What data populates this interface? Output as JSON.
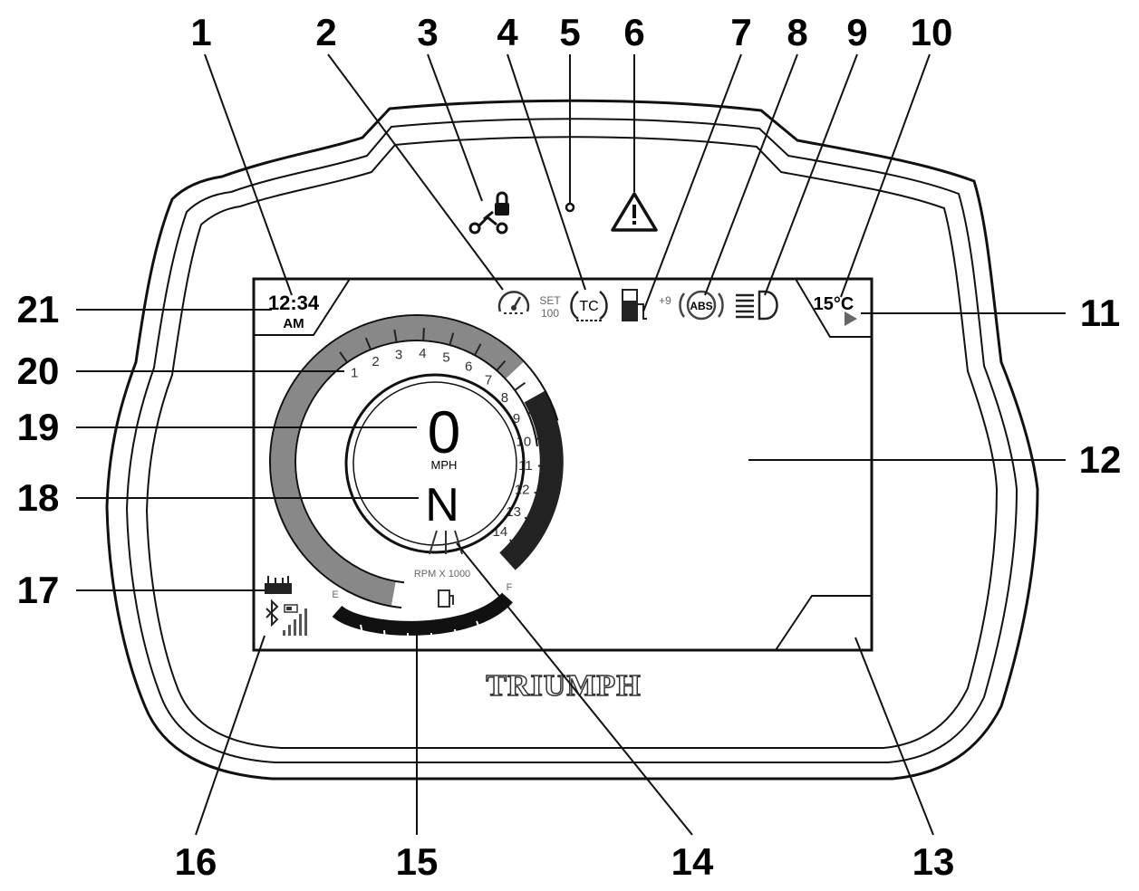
{
  "callouts": [
    {
      "id": "1",
      "label": "1"
    },
    {
      "id": "2",
      "label": "2"
    },
    {
      "id": "3",
      "label": "3"
    },
    {
      "id": "4",
      "label": "4"
    },
    {
      "id": "5",
      "label": "5"
    },
    {
      "id": "6",
      "label": "6"
    },
    {
      "id": "7",
      "label": "7"
    },
    {
      "id": "8",
      "label": "8"
    },
    {
      "id": "9",
      "label": "9"
    },
    {
      "id": "10",
      "label": "10"
    },
    {
      "id": "11",
      "label": "11"
    },
    {
      "id": "12",
      "label": "12"
    },
    {
      "id": "13",
      "label": "13"
    },
    {
      "id": "14",
      "label": "14"
    },
    {
      "id": "15",
      "label": "15"
    },
    {
      "id": "16",
      "label": "16"
    },
    {
      "id": "17",
      "label": "17"
    },
    {
      "id": "18",
      "label": "18"
    },
    {
      "id": "19",
      "label": "19"
    },
    {
      "id": "20",
      "label": "20"
    },
    {
      "id": "21",
      "label": "21"
    }
  ],
  "display": {
    "clock_time": "12:34",
    "clock_ampm": "AM",
    "cruise_set_label": "SET",
    "cruise_set_value": "100",
    "traction_control_label": "TC",
    "fuel_range_suffix": "+9",
    "abs_label": "ABS",
    "temperature": "15°C",
    "speed_value": "0",
    "speed_unit": "MPH",
    "gear": "N",
    "rpm_unit": "RPM X 1000",
    "rpm_ticks": [
      "1",
      "2",
      "3",
      "4",
      "5",
      "6",
      "7",
      "8",
      "9",
      "10",
      "11",
      "12",
      "13",
      "14"
    ],
    "fuel_empty_label": "E",
    "fuel_full_label": "F"
  },
  "brand": {
    "logo_text": "TRIUMPH"
  }
}
